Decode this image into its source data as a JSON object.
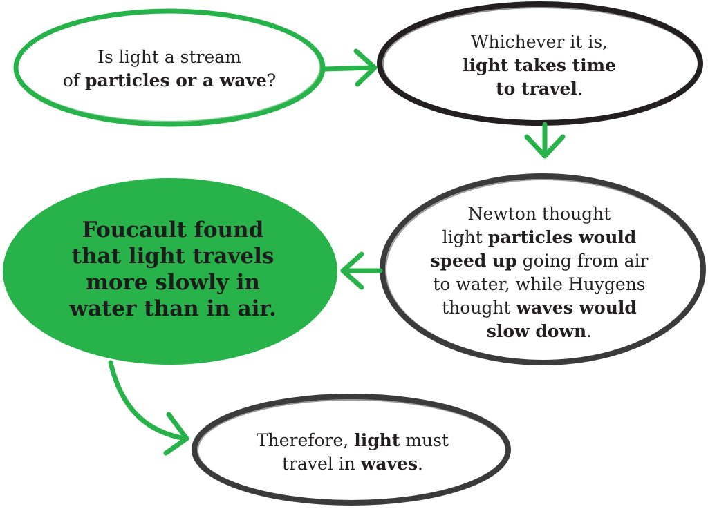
{
  "colors": {
    "green": "#27b34a",
    "dark": "#231f20",
    "gray": "#3b3b3b",
    "fill_green": "#27b34a"
  },
  "nodes": [
    {
      "id": "question",
      "lines": [
        [
          {
            "t": "Is light a stream",
            "b": false
          }
        ],
        [
          {
            "t": "of ",
            "b": false
          },
          {
            "t": "particles or a wave",
            "b": true
          },
          {
            "t": "?",
            "b": false
          }
        ]
      ]
    },
    {
      "id": "time",
      "lines": [
        [
          {
            "t": "Whichever it is,",
            "b": false
          }
        ],
        [
          {
            "t": "light takes time",
            "b": true
          }
        ],
        [
          {
            "t": "to travel",
            "b": true
          },
          {
            "t": ".",
            "b": false
          }
        ]
      ]
    },
    {
      "id": "newton",
      "lines": [
        [
          {
            "t": "Newton thought",
            "b": false
          }
        ],
        [
          {
            "t": "light ",
            "b": false
          },
          {
            "t": "particles would",
            "b": true
          }
        ],
        [
          {
            "t": "speed up",
            "b": true
          },
          {
            "t": " going from air",
            "b": false
          }
        ],
        [
          {
            "t": "to water, while Huygens",
            "b": false
          }
        ],
        [
          {
            "t": "thought ",
            "b": false
          },
          {
            "t": "waves would",
            "b": true
          }
        ],
        [
          {
            "t": "slow down",
            "b": true
          },
          {
            "t": ".",
            "b": false
          }
        ]
      ]
    },
    {
      "id": "foucault",
      "lines": [
        [
          {
            "t": "Foucault found",
            "b": true
          }
        ],
        [
          {
            "t": "that light travels",
            "b": true
          }
        ],
        [
          {
            "t": "more slowly in",
            "b": true
          }
        ],
        [
          {
            "t": "water than in air.",
            "b": true
          }
        ]
      ]
    },
    {
      "id": "conclusion",
      "lines": [
        [
          {
            "t": "Therefore, ",
            "b": false
          },
          {
            "t": "light",
            "b": true
          },
          {
            "t": " must",
            "b": false
          }
        ],
        [
          {
            "t": "travel in ",
            "b": false
          },
          {
            "t": "waves",
            "b": true
          },
          {
            "t": ".",
            "b": false
          }
        ]
      ]
    }
  ]
}
